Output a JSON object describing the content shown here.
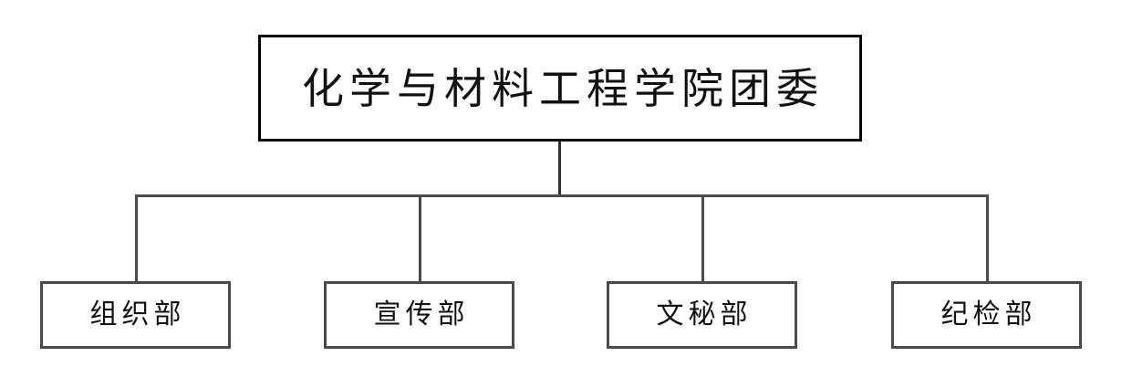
{
  "diagram": {
    "type": "organization-chart",
    "orientation": "top-down",
    "colors": {
      "background": "#ffffff",
      "root_border": "#000000",
      "child_border": "#4a4a4a",
      "connector": "#4a4a4a",
      "text": "#111111"
    },
    "root": {
      "label": "化学与材料工程学院团委"
    },
    "children": [
      {
        "label": "组织部"
      },
      {
        "label": "宣传部"
      },
      {
        "label": "文秘部"
      },
      {
        "label": "纪检部"
      }
    ]
  }
}
